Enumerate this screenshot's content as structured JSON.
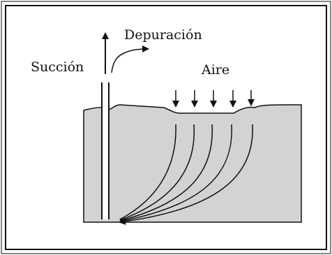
{
  "labels": {
    "depuracion": "Depuración",
    "succion": "Succión",
    "aire": "Aire"
  },
  "air_arrow_count": 5,
  "colors": {
    "soil_fill": "#d3d3d3",
    "stroke": "#111111",
    "background": "#ffffff"
  }
}
